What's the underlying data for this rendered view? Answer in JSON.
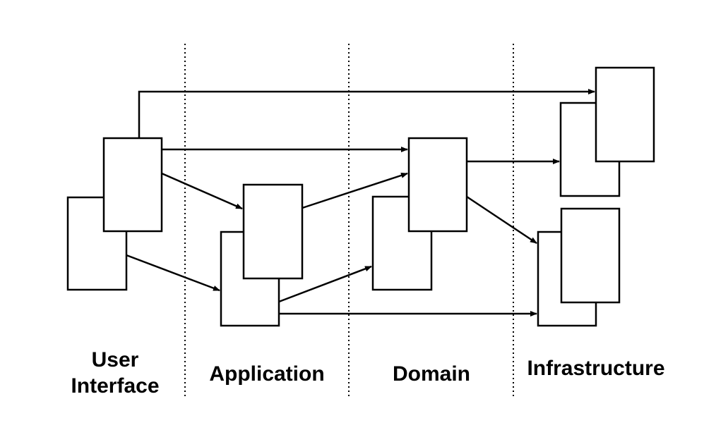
{
  "diagram": {
    "layers": {
      "user_interface": {
        "line1": "User",
        "line2": "Interface"
      },
      "application": "Application",
      "domain": "Domain",
      "infrastructure": "Infrastructure"
    }
  }
}
